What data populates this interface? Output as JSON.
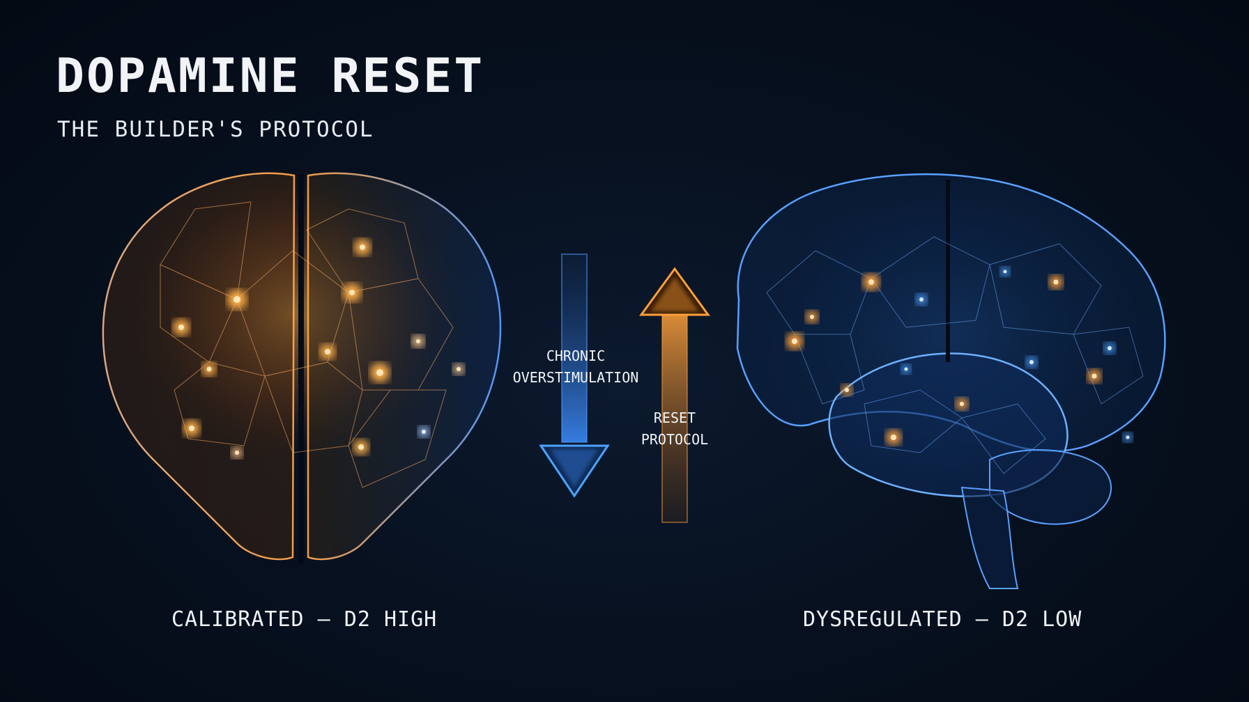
{
  "header": {
    "title": "DOPAMINE RESET",
    "subtitle": "THE BUILDER'S PROTOCOL"
  },
  "left_brain": {
    "caption": "CALIBRATED — D2 HIGH",
    "state": "calibrated"
  },
  "right_brain": {
    "caption": "DYSREGULATED — D2 LOW",
    "state": "dysregulated"
  },
  "arrows": {
    "down": {
      "label_line1": "CHRONIC",
      "label_line2": "OVERSTIMULATION",
      "color": "#3d8eff"
    },
    "up": {
      "label_line1": "RESET",
      "label_line2": "PROTOCOL",
      "color": "#ff9a2e"
    }
  },
  "colors": {
    "background": "#050b16",
    "warm": "#ff9a2e",
    "cool": "#3d8eff"
  }
}
